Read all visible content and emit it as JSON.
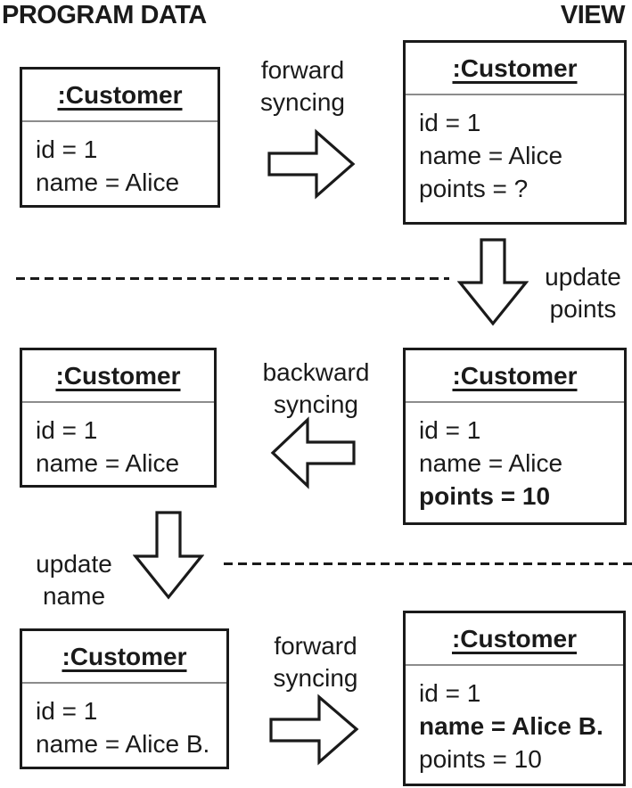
{
  "headers": {
    "left": "PROGRAM DATA",
    "right": "VIEW"
  },
  "colors": {
    "ink": "#1a1a1a",
    "compartment_divider": "#8c8c8c",
    "background": "#ffffff"
  },
  "boxes": [
    {
      "role": "program-data-initial",
      "title": ":Customer",
      "attributes": [
        {
          "text": "id = 1",
          "bold": false
        },
        {
          "text": "name = Alice",
          "bold": false
        }
      ]
    },
    {
      "role": "view-initial",
      "title": ":Customer",
      "attributes": [
        {
          "text": "id = 1",
          "bold": false
        },
        {
          "text": "name = Alice",
          "bold": false
        },
        {
          "text": "points = ?",
          "bold": false
        }
      ]
    },
    {
      "role": "program-data-after-backward-sync",
      "title": ":Customer",
      "attributes": [
        {
          "text": "id = 1",
          "bold": false
        },
        {
          "text": "name = Alice",
          "bold": false
        }
      ]
    },
    {
      "role": "view-after-update-points",
      "title": ":Customer",
      "attributes": [
        {
          "text": "id = 1",
          "bold": false
        },
        {
          "text": "name = Alice",
          "bold": false
        },
        {
          "text": "points = 10",
          "bold": true
        }
      ]
    },
    {
      "role": "program-data-after-update-name",
      "title": ":Customer",
      "attributes": [
        {
          "text": "id = 1",
          "bold": false
        },
        {
          "text": "name = Alice B.",
          "bold": false
        }
      ]
    },
    {
      "role": "view-after-forward-sync",
      "title": ":Customer",
      "attributes": [
        {
          "text": "id = 1",
          "bold": false
        },
        {
          "text": "name = Alice B.",
          "bold": true
        },
        {
          "text": "points = 10",
          "bold": false
        }
      ]
    }
  ],
  "labels": {
    "forward_syncing_top": {
      "line1": "forward",
      "line2": "syncing"
    },
    "update_points": {
      "line1": "update",
      "line2": "points"
    },
    "backward_syncing": {
      "line1": "backward",
      "line2": "syncing"
    },
    "update_name": {
      "line1": "update",
      "line2": "name"
    },
    "forward_syncing_bottom": {
      "line1": "forward",
      "line2": "syncing"
    }
  },
  "icons": {
    "forward_sync_top": "right-block-arrow",
    "update_points": "down-block-arrow",
    "backward_sync": "left-block-arrow",
    "update_name": "down-block-arrow",
    "forward_sync_bottom": "right-block-arrow"
  }
}
